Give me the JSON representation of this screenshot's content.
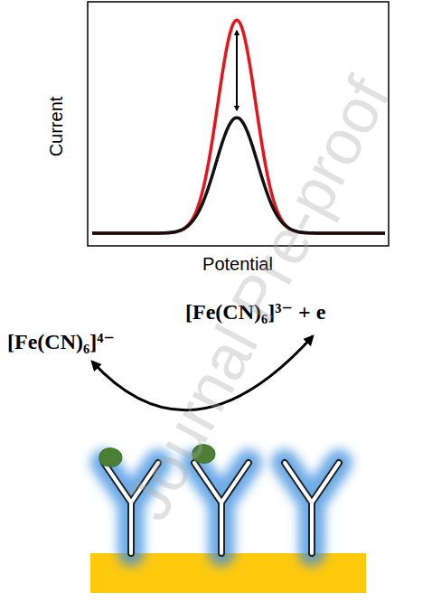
{
  "diagram": {
    "labels": [
      "Current",
      "Potential",
      "[Fe(CN)₆]⁴⁻",
      "[Fe(CN)₆]³⁻ + e",
      "Journal Pre-proof"
    ]
  }
}
